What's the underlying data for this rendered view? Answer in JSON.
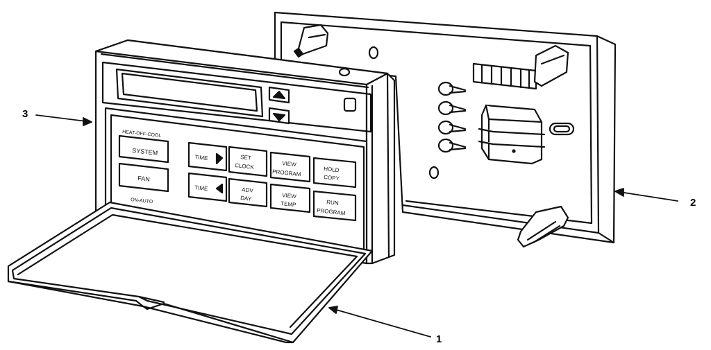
{
  "callouts": {
    "cover": "1",
    "base": "2",
    "front_housing": "3"
  },
  "labels": {
    "system_modes": "HEAT-OFF-COOL",
    "fan_modes": "ON-AUTO"
  },
  "keys": {
    "system": "SYSTEM",
    "fan": "FAN",
    "time_forward": "TIME",
    "time_back": "TIME",
    "set_clock_1": "SET",
    "set_clock_2": "CLOCK",
    "adv_day_1": "ADV",
    "adv_day_2": "DAY",
    "view_program_1": "VIEW",
    "view_program_2": "PROGRAM",
    "view_temp_1": "VIEW",
    "view_temp_2": "TEMP",
    "hold_copy_1": "HOLD",
    "hold_copy_2": "COPY",
    "run_program_1": "RUN",
    "run_program_2": "PROGRAM"
  },
  "colors": {
    "line": "#111111",
    "shade": "#d8d8d8",
    "background": "#ffffff"
  }
}
